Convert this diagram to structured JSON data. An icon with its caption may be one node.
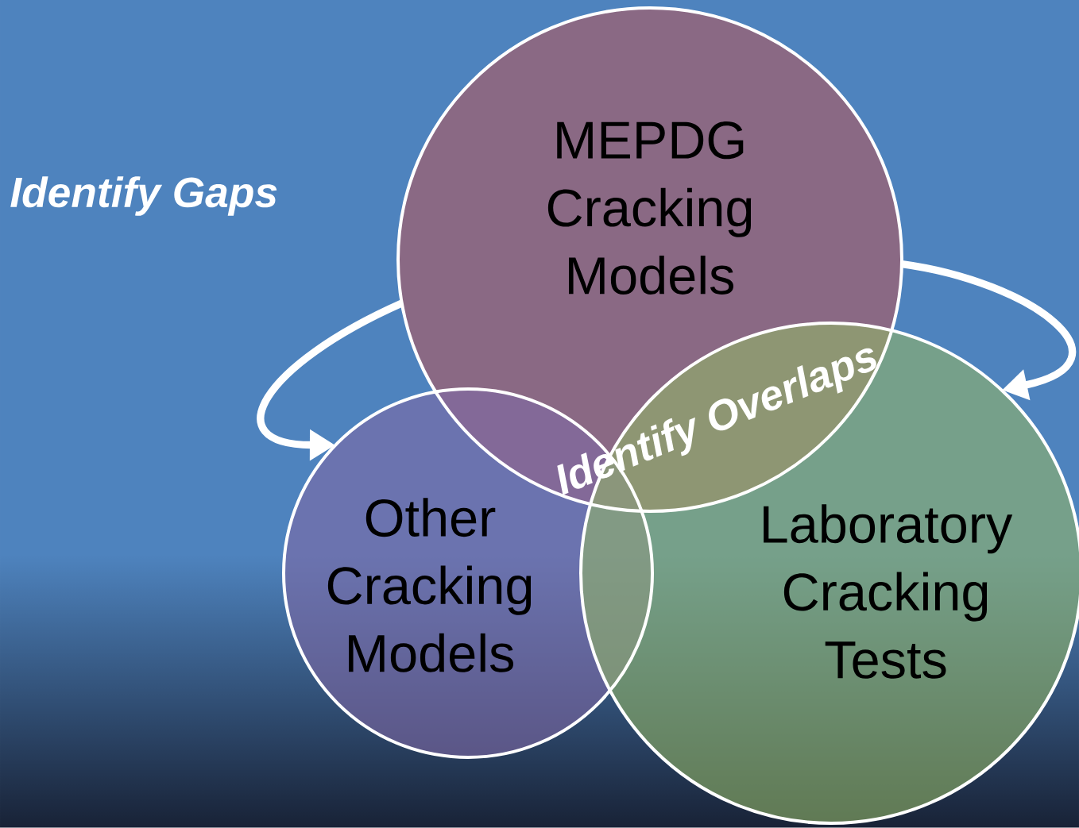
{
  "diagram": {
    "nodes": [
      {
        "text": [
          "MEPDG Cracking Models"
        ]
      },
      {
        "text": [
          "Other Cracking Models"
        ]
      },
      {
        "text": [
          "Laboratory Cracking Tests"
        ]
      }
    ],
    "edges": [
      {
        "from": 0,
        "to": 1,
        "arrow": "to"
      },
      {
        "from": 0,
        "to": 2,
        "arrow": "to"
      }
    ],
    "labels": [
      "Identify Gaps",
      "Identify Overlaps"
    ]
  }
}
